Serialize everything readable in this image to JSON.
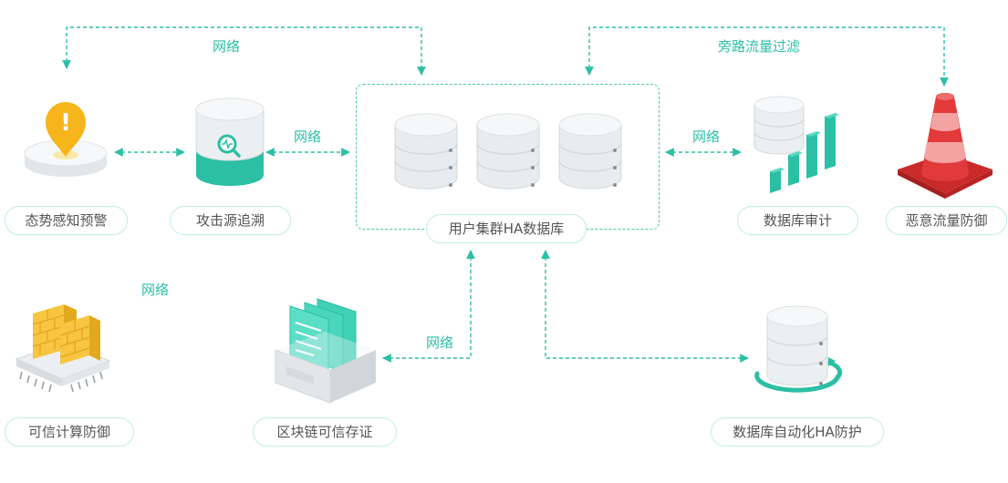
{
  "nodes": {
    "situation": "态势感知预警",
    "trace": "攻击源追溯",
    "cluster": "用户集群HA数据库",
    "audit": "数据库审计",
    "malicious": "恶意流量防御",
    "trusted": "可信计算防御",
    "blockchain": "区块链可信存证",
    "autoha": "数据库自动化HA防护"
  },
  "links": {
    "top_left": "网络",
    "top_right": "旁路流量过滤",
    "trace_cluster": "网络",
    "cluster_audit": "网络",
    "middle_left": "网络",
    "cluster_blockchain": "网络"
  },
  "colors": {
    "accent": "#2bbfa5",
    "pill_border": "#bfeee2",
    "warning": "#f5b51b",
    "cone": "#e23a3a",
    "wall": "#f7c542"
  }
}
